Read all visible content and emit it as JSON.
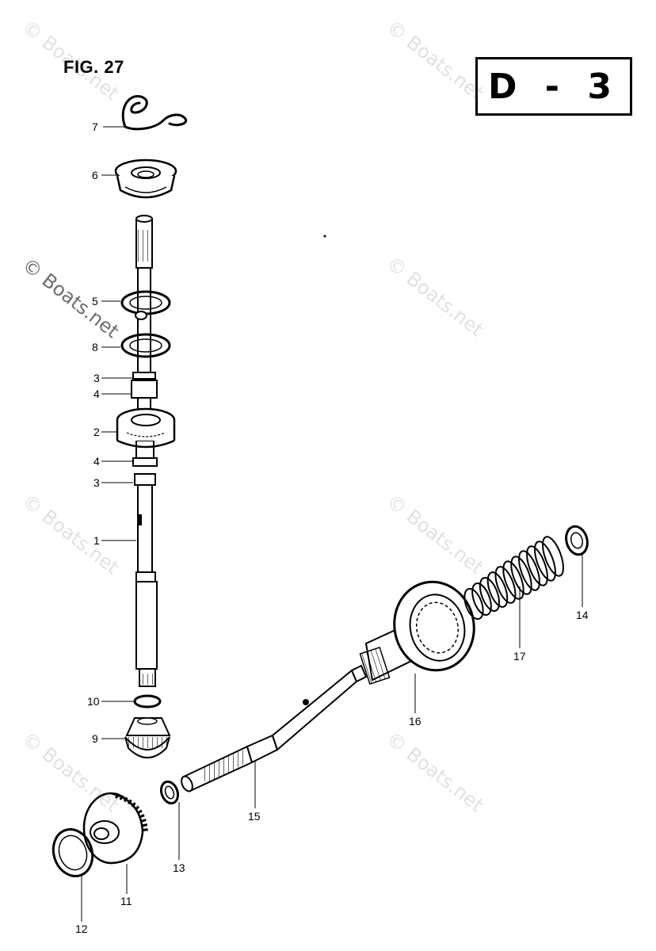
{
  "figure": {
    "title": "FIG. 27",
    "section_code": "D - 3"
  },
  "watermark": "© Boats.net",
  "parts": [
    {
      "id": "p7",
      "number": "7",
      "name": "wire-clip"
    },
    {
      "id": "p6",
      "number": "6",
      "name": "oil-seal-housing"
    },
    {
      "id": "p5",
      "number": "5",
      "name": "thrust-washer-upper"
    },
    {
      "id": "p8",
      "number": "8",
      "name": "thrust-washer"
    },
    {
      "id": "p3a",
      "number": "3",
      "name": "circlip-upper"
    },
    {
      "id": "p4a",
      "number": "4",
      "name": "washer-upper"
    },
    {
      "id": "p2",
      "number": "2",
      "name": "bearing"
    },
    {
      "id": "p4b",
      "number": "4",
      "name": "washer-lower"
    },
    {
      "id": "p3b",
      "number": "3",
      "name": "circlip-lower"
    },
    {
      "id": "p1",
      "number": "1",
      "name": "drive-shaft"
    },
    {
      "id": "p10",
      "number": "10",
      "name": "shim"
    },
    {
      "id": "p9",
      "number": "9",
      "name": "pinion-gear"
    },
    {
      "id": "p11",
      "number": "11",
      "name": "gear"
    },
    {
      "id": "p12",
      "number": "12",
      "name": "shim-washer"
    },
    {
      "id": "p13",
      "number": "13",
      "name": "washer"
    },
    {
      "id": "p15",
      "number": "15",
      "name": "propeller-shaft"
    },
    {
      "id": "p16",
      "number": "16",
      "name": "bearing-housing"
    },
    {
      "id": "p17",
      "number": "17",
      "name": "spring"
    },
    {
      "id": "p14",
      "number": "14",
      "name": "washer-end"
    }
  ]
}
